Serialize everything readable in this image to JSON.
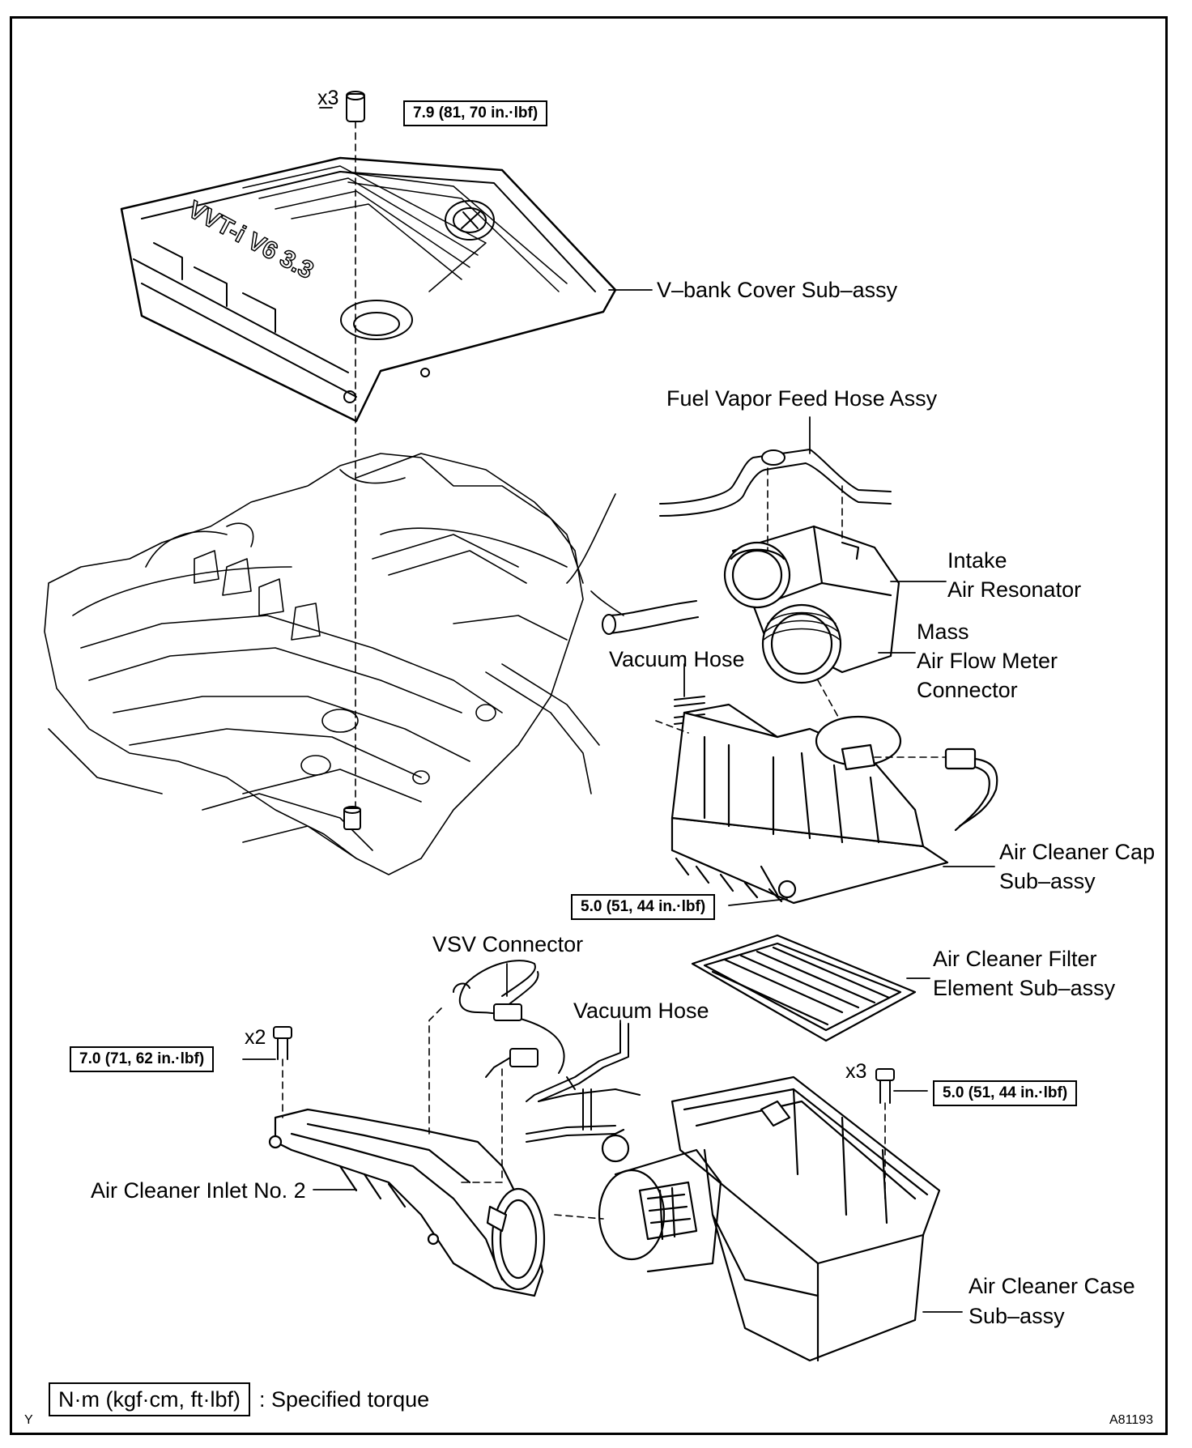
{
  "labels": {
    "v_bank_cover": "V–bank Cover Sub–assy",
    "fuel_vapor_hose": "Fuel Vapor Feed Hose Assy",
    "intake_resonator_l1": "Intake",
    "intake_resonator_l2": "Air Resonator",
    "maf_l1": "Mass",
    "maf_l2": "Air Flow Meter",
    "maf_l3": "Connector",
    "vacuum_hose_upper": "Vacuum Hose",
    "air_cleaner_cap_l1": "Air Cleaner Cap",
    "air_cleaner_cap_l2": "Sub–assy",
    "vsv_connector": "VSV Connector",
    "air_cleaner_filter_l1": "Air Cleaner Filter",
    "air_cleaner_filter_l2": "Element Sub–assy",
    "vacuum_hose_lower": "Vacuum Hose",
    "air_cleaner_inlet": "Air Cleaner Inlet No. 2",
    "air_cleaner_case_l1": "Air Cleaner Case",
    "air_cleaner_case_l2": "Sub–assy"
  },
  "engine_lettering": "VVT-i V6 3.3",
  "quantities": {
    "cover_nuts": "x3",
    "inlet_bolts": "x2",
    "case_bolts": "x3"
  },
  "torques": {
    "cover_nut": "7.9 (81, 70 in.·lbf)",
    "cap_bolt": "5.0 (51, 44 in.·lbf)",
    "inlet_bolt": "7.0 (71, 62 in.·lbf)",
    "case_bolt": "5.0 (51, 44 in.·lbf)"
  },
  "legend": {
    "unit": "N·m (kgf·cm, ft·lbf)",
    "text": ": Specified torque"
  },
  "corner_left": "Y",
  "figure_id": "A81193"
}
